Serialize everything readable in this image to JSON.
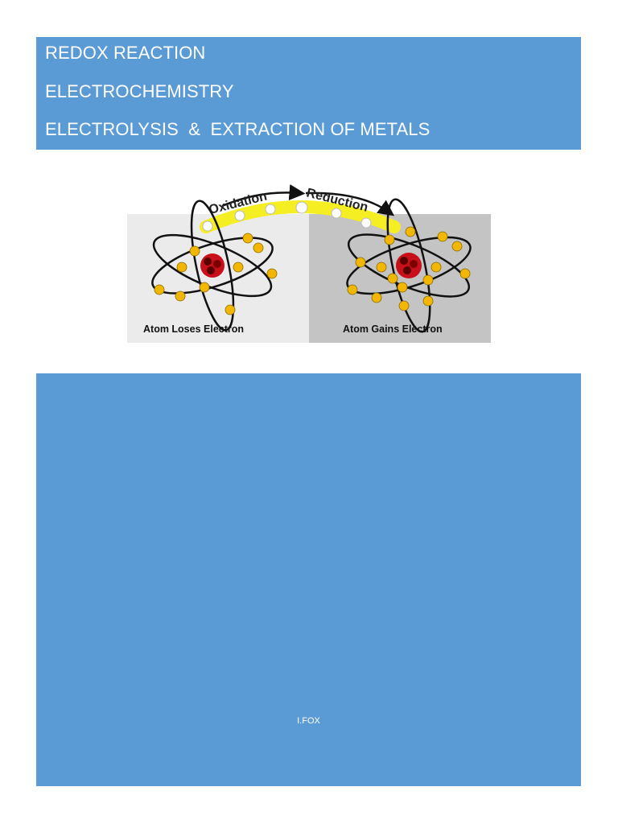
{
  "cover": {
    "title_lines": [
      "REDOX REACTION",
      "ELECTROCHEMISTRY",
      "ELECTROLYSIS  &  EXTRACTION OF METALS"
    ],
    "author": "I.FOX"
  },
  "illustration": {
    "arc_label_left": "Oxidation",
    "arc_label_right": "Reduction",
    "left_caption": "Atom Loses Electron",
    "right_caption": "Atom Gains Electron",
    "colors": {
      "left_panel": "#ebebeb",
      "right_panel": "#c4c4c4",
      "electron": "#f2b705",
      "nucleus": "#c8101a",
      "arc": "#f5ee22",
      "title_box": "#5b9bd5"
    }
  }
}
